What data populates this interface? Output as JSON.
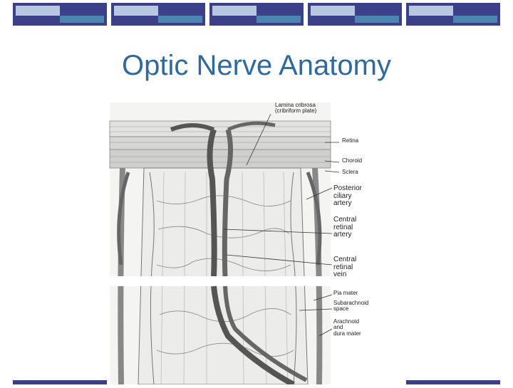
{
  "slide": {
    "title": "Optic Nerve Anatomy"
  },
  "colors": {
    "band_navy": "#3c3f8a",
    "band_light": "#b8c8e0",
    "band_teal": "#4a86b0",
    "title": "#2e6aa1"
  },
  "labels": [
    {
      "id": "lamina-cribrosa",
      "text": "Lamina cribrosa\n(cribriform plate)",
      "size": "sm"
    },
    {
      "id": "retina",
      "text": "Retina",
      "size": "sm"
    },
    {
      "id": "choroid",
      "text": "Choroid",
      "size": "sm"
    },
    {
      "id": "sclera",
      "text": "Sclera",
      "size": "sm"
    },
    {
      "id": "posterior-ciliary-artery",
      "text": "Posterior\nciliary\nartery",
      "size": "md"
    },
    {
      "id": "central-retinal-artery",
      "text": "Central\nretinal\nartery",
      "size": "md"
    },
    {
      "id": "central-retinal-vein",
      "text": "Central\nretinal\nvein",
      "size": "md"
    },
    {
      "id": "pia-mater",
      "text": "Pia mater",
      "size": "sm"
    },
    {
      "id": "subarachnoid-space",
      "text": "Subarachnoid\nspace",
      "size": "sm"
    },
    {
      "id": "arachnoid-dura",
      "text": "Arachnoid\nand\ndura mater",
      "size": "sm"
    }
  ]
}
